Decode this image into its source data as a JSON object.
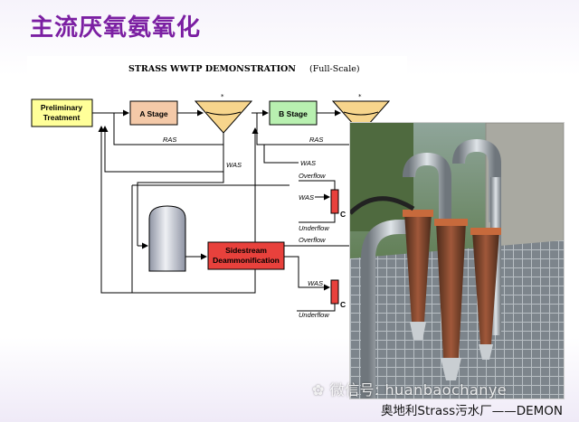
{
  "slide": {
    "title": "主流厌氧氨氧化",
    "caption": "奥地利Strass污水厂——DEMON",
    "watermark": "微信号: huanbaochanye"
  },
  "diagram": {
    "title": "STRASS WWTP DEMONSTRATION",
    "subtitle": "(Full-Scale)",
    "boxes": {
      "preliminary_line1": "Preliminary",
      "preliminary_line2": "Treatment",
      "a_stage": "A Stage",
      "b_stage": "B Stage",
      "sidestream_line1": "Sidestream",
      "sidestream_line2": "Deammonification"
    },
    "labels": {
      "ras_1": "RAS",
      "ras_2": "RAS",
      "was_1": "WAS",
      "was_2": "WAS",
      "was_3": "WAS",
      "overflow_1": "Overflow",
      "overflow_2": "Overflow",
      "underflow_1": "Underflow",
      "underflow_2": "Underflow",
      "cyclone_1": "C",
      "cyclone_2": "C"
    }
  },
  "colors": {
    "title": "#7b1fa2",
    "preliminary_fill": "#ffff99",
    "a_stage_fill": "#f4c9a8",
    "clarifier_fill": "#f7d58c",
    "b_stage_fill": "#b8f0b0",
    "sidestream_fill": "#e8413c",
    "digester_fill": "#c9ccd6"
  },
  "icons": {
    "photo": "cyclone-installation-photo",
    "watermark": "wechat-icon"
  }
}
